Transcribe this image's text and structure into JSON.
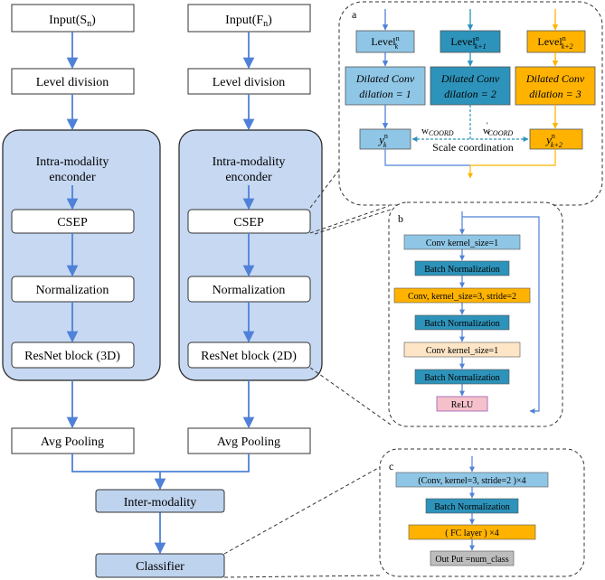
{
  "colors": {
    "arrow": "#4f81d8",
    "encoder_fill": "#c6d8f2",
    "light_blue": "#8fc6e6",
    "teal": "#2d93ba",
    "orange": "#ffb300",
    "peach": "#fde5c6",
    "pink": "#f4c1cb",
    "gray": "#bdbdbd",
    "blue_box": "#bed3ee"
  },
  "left": {
    "input": "Input(S",
    "input_sub": "n",
    "level_division": "Level division",
    "encoder_l1": "Intra-modality",
    "encoder_l2": "enconder",
    "csep": "CSEP",
    "normalization": "Normalization",
    "resnet": "ResNet block (3D)",
    "avgpool": "Avg Pooling"
  },
  "right": {
    "input": "Input(F",
    "input_sub": "n",
    "level_division": "Level division",
    "encoder_l1": "Intra-modality",
    "encoder_l2": "enconder",
    "csep": "CSEP",
    "normalization": "Normalization",
    "resnet": "ResNet block (2D)",
    "avgpool": "Avg Pooling"
  },
  "inter_modality": "Inter-modality",
  "classifier": "Classifier",
  "panel_a": {
    "letter": "a",
    "level": "Level",
    "level_sup": "n",
    "sub_k": "k",
    "sub_k1": "k+1",
    "sub_k2": "k+2",
    "conv_line1": "Dilated Conv",
    "conv_d1": "dilation = 1",
    "conv_d2": "dilation = 2",
    "conv_d3": "dilation = 3",
    "y": "y",
    "y_sup": "n",
    "y_sub_k": "k",
    "y_sub_k2": "k+2",
    "w_coord": "w",
    "w_coord_sub": "COORD",
    "w_coord2": "w",
    "w_coord2_sub": "COORD",
    "w_prime": "'",
    "scale_coordination": "Scale coordination"
  },
  "panel_b": {
    "letter": "b",
    "items": [
      "Conv kernel_size=1",
      "Batch Normalization",
      "Conv, kernel_size=3, stride=2",
      "Batch Normalization",
      "Conv kernel_size=1",
      "Batch Normalization",
      "ReLU"
    ]
  },
  "panel_c": {
    "letter": "c",
    "items": [
      "(Conv, kernel=3, stride=2 )×4",
      "Batch Normalization",
      "( FC layer ) ×4",
      "Out Put =num_class"
    ]
  }
}
